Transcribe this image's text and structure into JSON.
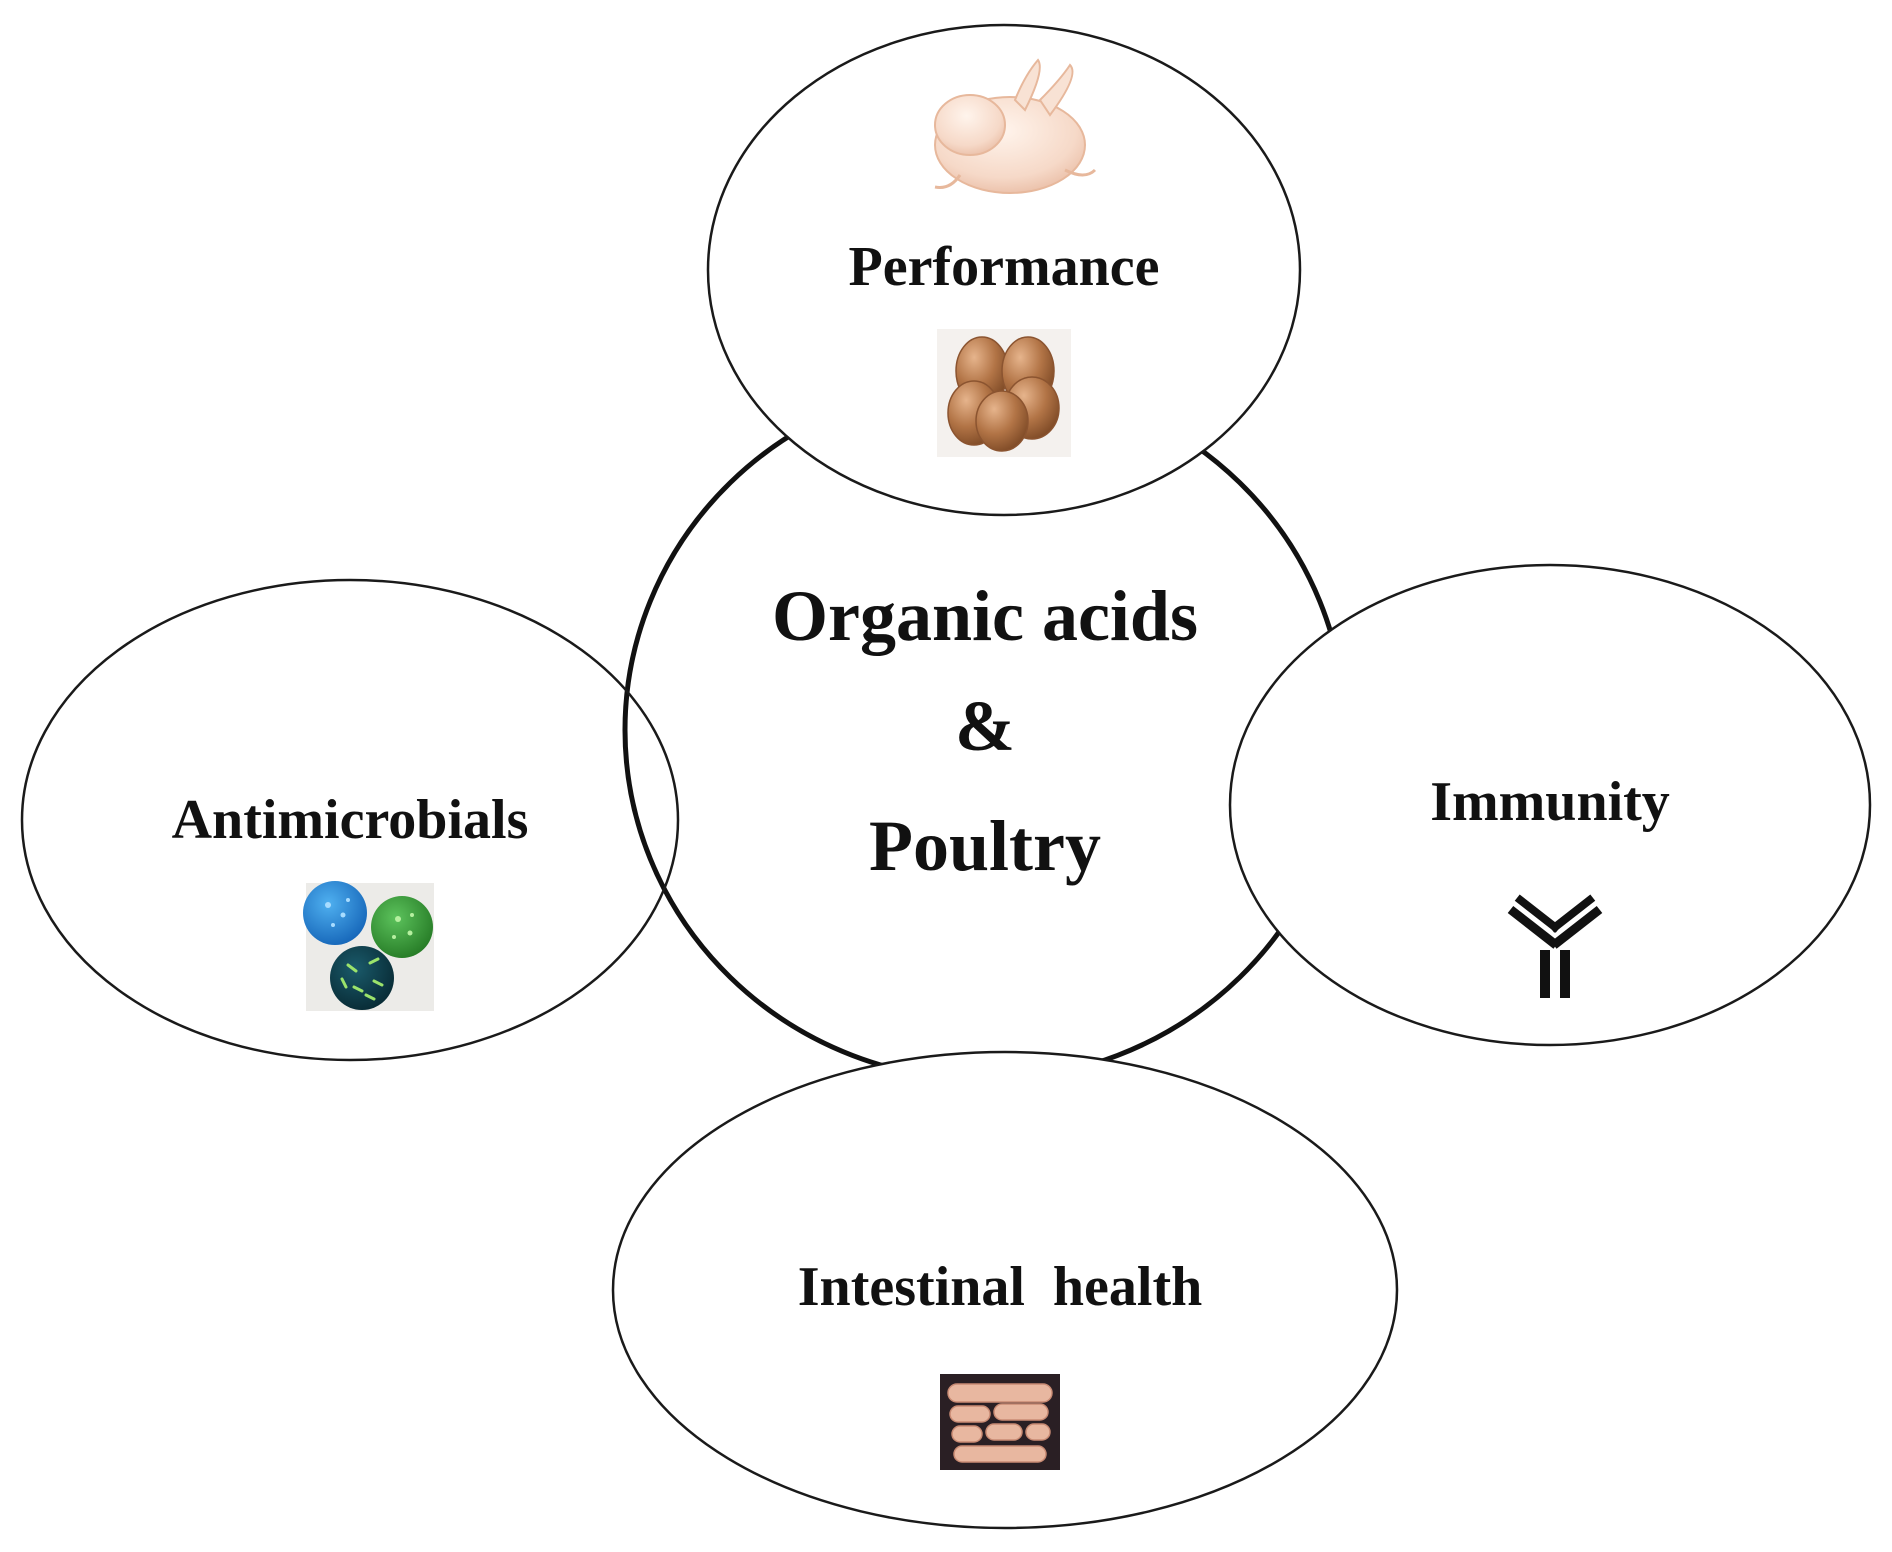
{
  "center": {
    "line1": "Organic acids",
    "line2": "&",
    "line3": "Poultry"
  },
  "nodes": {
    "performance": {
      "label": "Performance",
      "icons": [
        "chicken-carcass-icon",
        "brown-eggs-icon"
      ]
    },
    "immunity": {
      "label": "Immunity",
      "icons": [
        "antibody-icon"
      ]
    },
    "intestinal": {
      "label": "Intestinal  health",
      "icons": [
        "intestine-icon"
      ]
    },
    "antimicrobials": {
      "label": "Antimicrobials",
      "icons": [
        "bacteria-cultures-icon"
      ]
    }
  },
  "colors": {
    "stroke": "#111111",
    "egg": "#b27446",
    "chicken": "#f6d9c8",
    "bacteria_blue": "#1f7fd1",
    "bacteria_green": "#3a9a3a",
    "bacteria_dark": "#0e3d4a",
    "intestine_bg": "#2a1f24",
    "intestine": "#e8b7a0"
  }
}
